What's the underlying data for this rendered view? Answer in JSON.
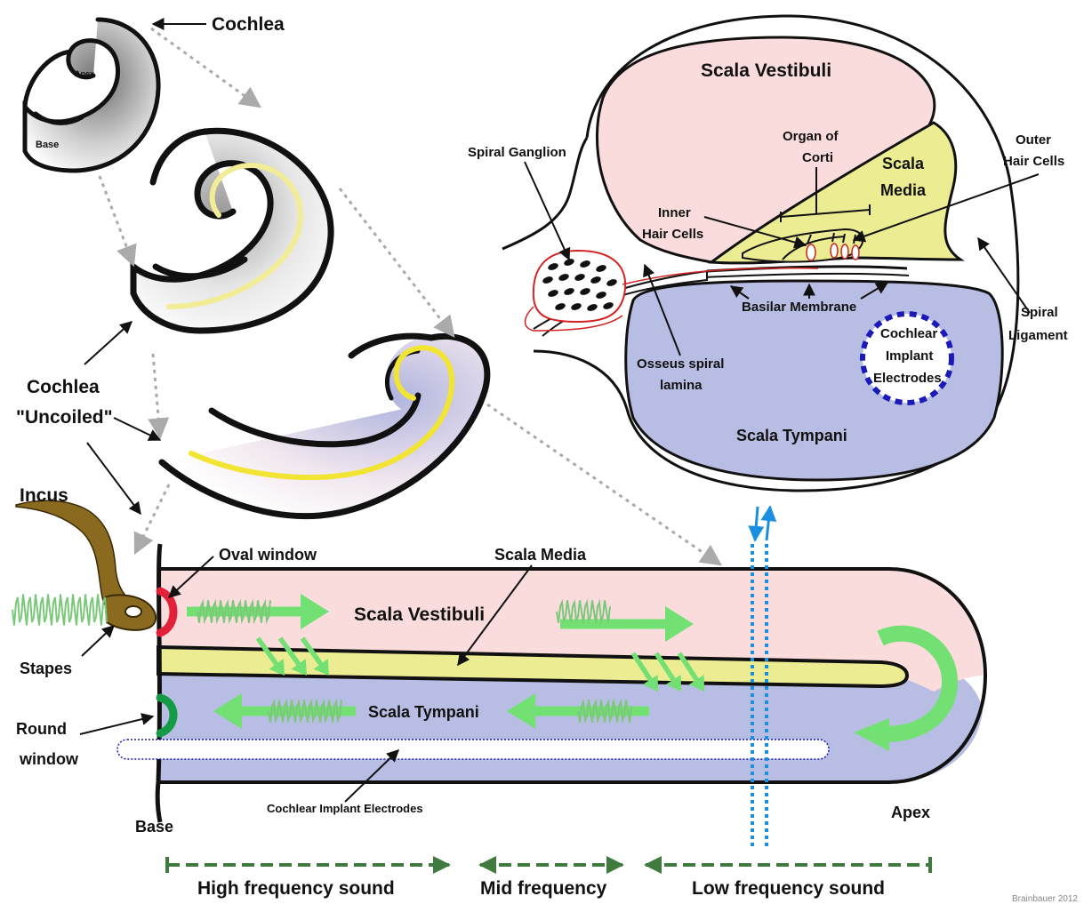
{
  "colors": {
    "scala_vestibuli": "#fadcdc",
    "scala_tympani": "#b8bde3",
    "scala_media": "#ecec93",
    "yellow_band": "#f2e433",
    "oval_window": "#e3203a",
    "round_window": "#159a45",
    "arrow_green": "#72e072",
    "freq_bar": "#3f7a3f",
    "signal_blue": "#1a8fe0",
    "electrode_ring": "#1a1ab8",
    "ganglion_outline": "#d22222",
    "incus_brown": "#8a6a1e"
  },
  "icons": {
    "stapes": "stapes-bone-icon",
    "incus": "incus-bone-icon",
    "flow": "green-arrow-icon",
    "wave": "sound-wave-icon"
  },
  "coiled": {
    "cochlea_label": "Cochlea",
    "apex_label": "Apex",
    "base_label": "Base",
    "uncoiled_label_line1": "Cochlea",
    "uncoiled_label_line2": "\"Uncoiled\""
  },
  "cross_section": {
    "scala_vestibuli": "Scala Vestibuli",
    "scala_media_line1": "Scala",
    "scala_media_line2": "Media",
    "scala_tympani": "Scala Tympani",
    "organ_of_corti_line1": "Organ of",
    "organ_of_corti_line2": "Corti",
    "outer_hair_cells_line1": "Outer",
    "outer_hair_cells_line2": "Hair Cells",
    "inner_hair_cells_line1": "Inner",
    "inner_hair_cells_line2": "Hair Cells",
    "spiral_ganglion": "Spiral Ganglion",
    "basilar_membrane": "Basilar Membrane",
    "osseus_line1": "Osseus spiral",
    "osseus_line2": "lamina",
    "spiral_ligament_line1": "Spiral",
    "spiral_ligament_line2": "Ligament",
    "electrodes_line1": "Cochlear",
    "electrodes_line2": "Implant",
    "electrodes_line3": "Electrodes"
  },
  "uncoiled": {
    "incus": "Incus",
    "stapes": "Stapes",
    "oval_window": "Oval window",
    "scala_media": "Scala Media",
    "scala_vestibuli": "Scala Vestibuli",
    "scala_tympani": "Scala Tympani",
    "round_window_line1": "Round",
    "round_window_line2": "window",
    "electrodes": "Cochlear Implant Electrodes",
    "base": "Base",
    "apex": "Apex"
  },
  "frequency": {
    "high": "High frequency sound",
    "mid": "Mid frequency",
    "low": "Low frequency sound"
  },
  "credit": "Brainbauer 2012"
}
